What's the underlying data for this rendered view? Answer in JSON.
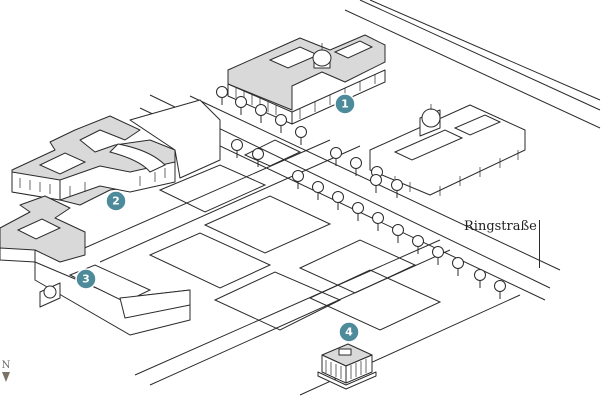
{
  "map": {
    "street_label": "Ringstraße",
    "north_label": "N",
    "marker_color": "#4d8a9a",
    "markers": [
      {
        "id": "1",
        "label": "1"
      },
      {
        "id": "2",
        "label": "2"
      },
      {
        "id": "3",
        "label": "3"
      },
      {
        "id": "4",
        "label": "4"
      }
    ]
  }
}
